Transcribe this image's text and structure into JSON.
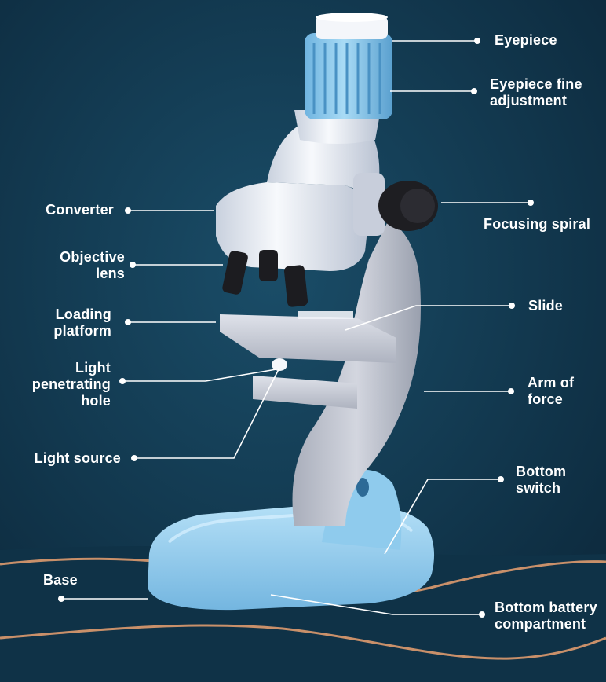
{
  "colors": {
    "background_top": "#14405a",
    "background_bottom": "#0d2c40",
    "microscope_blue": "#8ec8ea",
    "microscope_blue_dark": "#5fa6d4",
    "microscope_white": "#f2f4f8",
    "arm_grey": "#bfc3cf",
    "label_text": "#ffffff",
    "leader_line": "#ffffff",
    "wire_color": "#c9906a"
  },
  "labels": {
    "eyepiece": "Eyepiece",
    "eyepiece_fine_adjustment": "Eyepiece fine\nadjustment",
    "converter": "Converter",
    "focusing_spiral": "Focusing spiral",
    "objective_lens": "Objective\nlens",
    "slide": "Slide",
    "loading_platform": "Loading\nplatform",
    "light_penetrating_hole": "Light\npenetrating\nhole",
    "arm_of_force": "Arm of\nforce",
    "light_source": "Light source",
    "bottom_switch": "Bottom\nswitch",
    "base": "Base",
    "bottom_battery_compartment": "Bottom battery\ncompartment"
  },
  "icons": {
    "microscope": "microscope-illustration",
    "leader_dot": "dot-icon"
  }
}
